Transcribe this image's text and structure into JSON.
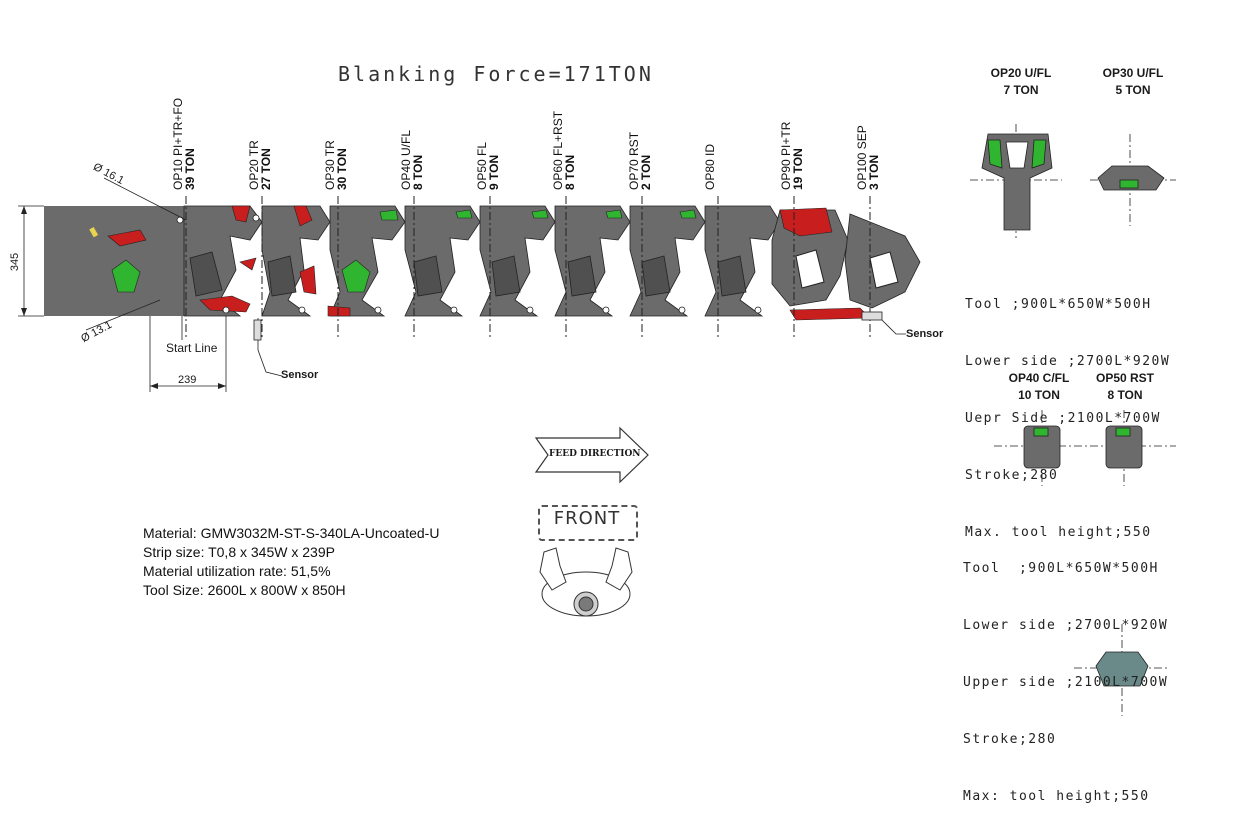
{
  "title": "Blanking Force=171TON",
  "stations": [
    {
      "name": "OP10 PI+TR+FO",
      "force": "39 TON"
    },
    {
      "name": "OP20 TR",
      "force": "27 TON"
    },
    {
      "name": "OP30 TR",
      "force": "30 TON"
    },
    {
      "name": "OP40 U/FL",
      "force": "8 TON"
    },
    {
      "name": "OP50 FL",
      "force": "9 TON"
    },
    {
      "name": "OP60 FL+RST",
      "force": "8 TON"
    },
    {
      "name": "OP70 RST",
      "force": "2 TON"
    },
    {
      "name": "OP80 ID",
      "force": ""
    },
    {
      "name": "OP90 PI+TR",
      "force": "19 TON"
    },
    {
      "name": "OP100 SEP",
      "force": "3 TON"
    }
  ],
  "dimensions": {
    "diameter_top": "Ø 16.1",
    "diameter_bottom": "Ø 13.1",
    "width": "345",
    "pitch": "239",
    "start_line": "Start Line",
    "sensor": "Sensor"
  },
  "feed_direction": "FEED DIRECTION",
  "front": "FRONT",
  "material_info": [
    "Material: GMW3032M-ST-S-340LA-Uncoated-U",
    "Strip size: T0,8 x 345W x 239P",
    "Material utilization rate: 51,5%",
    "Tool Size: 2600L x 800W x 850H"
  ],
  "side_stations_top": [
    {
      "name": "OP20 U/FL",
      "force": "7 TON"
    },
    {
      "name": "OP30 U/FL",
      "force": "5 TON"
    }
  ],
  "spec_top": [
    "Tool ;900L*650W*500H",
    "Lower side ;2700L*920W",
    "Uepr Side ;2100L*700W",
    "Stroke;280",
    "Max. tool height;550"
  ],
  "side_stations_mid": [
    {
      "name": "OP40 C/FL",
      "force": "10 TON"
    },
    {
      "name": "OP50 RST",
      "force": "8 TON"
    }
  ],
  "spec_bottom": [
    "Tool  ;900L*650W*500H",
    "Lower side ;2700L*920W",
    "Upper side ;2100L*700W",
    "Stroke;280",
    "Max: tool height;550"
  ],
  "colors": {
    "strip": "#6b6b6b",
    "cut": "#c81e1e",
    "form": "#2fb52f",
    "line": "#111111"
  }
}
